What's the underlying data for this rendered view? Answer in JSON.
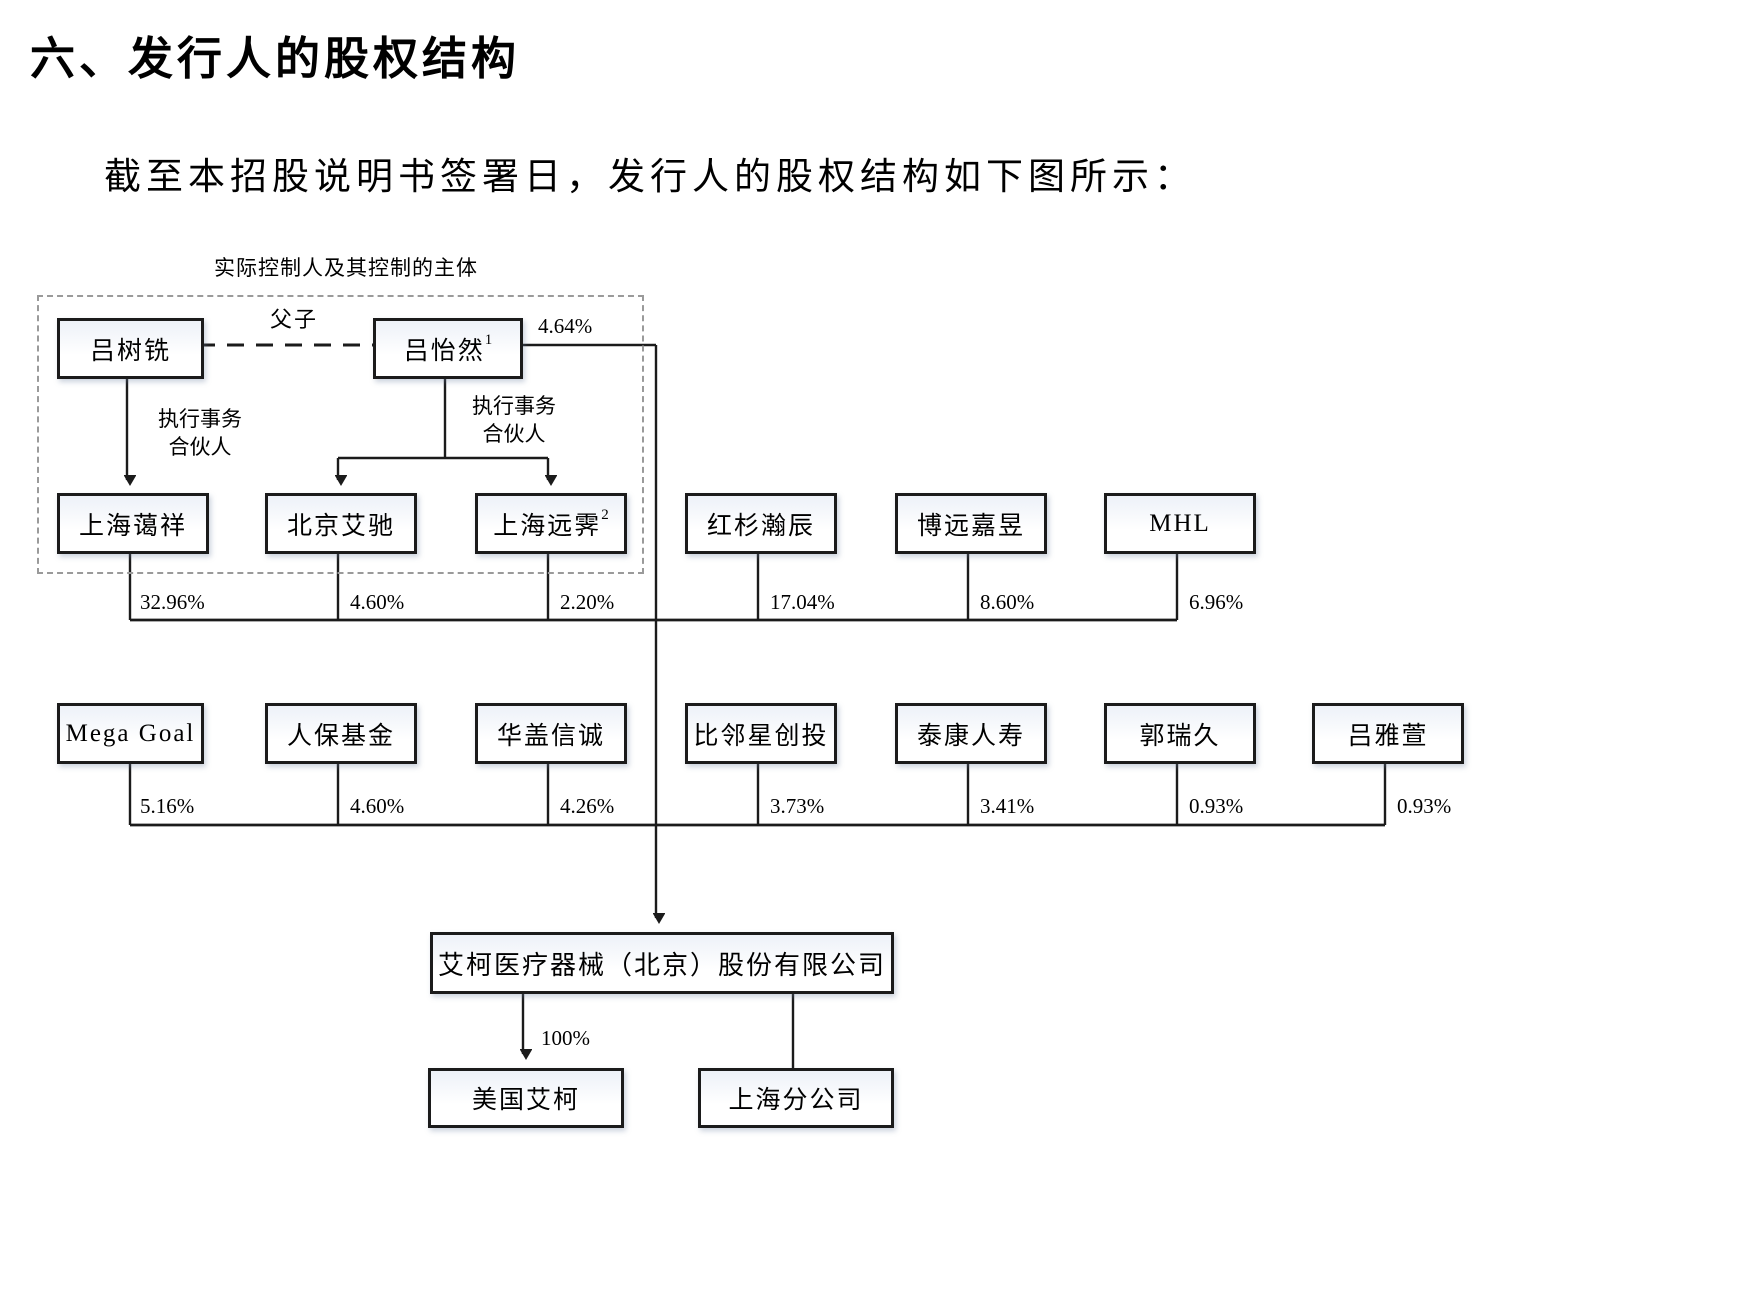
{
  "page": {
    "title": "六、发行人的股权结构",
    "intro": "截至本招股说明书签署日，发行人的股权结构如下图所示："
  },
  "diagram": {
    "controller_group_label": "实际控制人及其控制的主体",
    "relation_label": "父子",
    "duty_label_line1": "执行事务",
    "duty_label_line2": "合伙人",
    "controllers": {
      "father": "吕树铣",
      "son": "吕怡然",
      "son_sup": "1",
      "son_direct_percent": "4.64%"
    },
    "tier1": [
      {
        "name": "上海蔼祥",
        "sup": "",
        "percent": "32.96%"
      },
      {
        "name": "北京艾驰",
        "sup": "",
        "percent": "4.60%"
      },
      {
        "name": "上海远霁",
        "sup": "2",
        "percent": "2.20%"
      },
      {
        "name": "红杉瀚辰",
        "sup": "",
        "percent": "17.04%"
      },
      {
        "name": "博远嘉昱",
        "sup": "",
        "percent": "8.60%"
      },
      {
        "name": "MHL",
        "sup": "",
        "percent": "6.96%"
      }
    ],
    "tier2": [
      {
        "name": "Mega Goal",
        "percent": "5.16%"
      },
      {
        "name": "人保基金",
        "percent": "4.60%"
      },
      {
        "name": "华盖信诚",
        "percent": "4.26%"
      },
      {
        "name": "比邻星创投",
        "percent": "3.73%"
      },
      {
        "name": "泰康人寿",
        "percent": "3.41%"
      },
      {
        "name": "郭瑞久",
        "percent": "0.93%"
      },
      {
        "name": "吕雅萱",
        "percent": "0.93%"
      }
    ],
    "company": "艾柯医疗器械（北京）股份有限公司",
    "subsidiary_percent": "100%",
    "subsidiaries": [
      {
        "name": "美国艾柯"
      },
      {
        "name": "上海分公司"
      }
    ]
  }
}
